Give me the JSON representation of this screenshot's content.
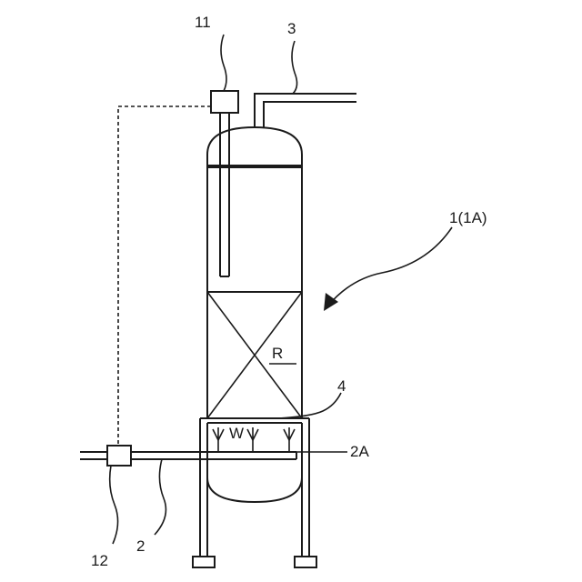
{
  "labels": {
    "sensor_11": "11",
    "pipe_3": "3",
    "vessel": "1(1A)",
    "region_r": "R",
    "plate_4": "4",
    "nozzles_w": "W",
    "nozzle_2a": "2A",
    "valve_12": "12",
    "pipe_2": "2"
  },
  "colors": {
    "line": "#1a1a1a",
    "background": "#ffffff"
  }
}
